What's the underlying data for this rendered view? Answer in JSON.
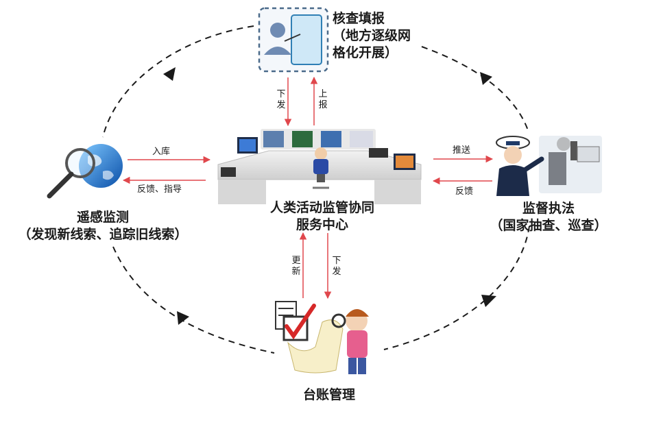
{
  "nodes": {
    "top": {
      "lines": [
        "核查填报",
        "（地方逐级网",
        "格化开展）"
      ]
    },
    "left": {
      "lines": [
        "遥感监测",
        "（发现新线索、追踪旧线索）"
      ]
    },
    "right": {
      "lines": [
        "监督执法",
        "（国家抽查、巡查）"
      ]
    },
    "center": {
      "lines": [
        "人类活动监管协同",
        "服务中心"
      ]
    },
    "bottom": {
      "lines": [
        "台账管理"
      ]
    }
  },
  "arrows": {
    "down_issue_top": "下发",
    "report_up": "上报",
    "store": "入库",
    "feedback_guide": "反馈、指导",
    "push": "推送",
    "feedback_right": "反馈",
    "update": "更新",
    "down_issue_bottom": "下发"
  },
  "colors": {
    "arrow": "#e0474c",
    "cycle": "#1a1a1a",
    "text": "#1a1a1a"
  }
}
